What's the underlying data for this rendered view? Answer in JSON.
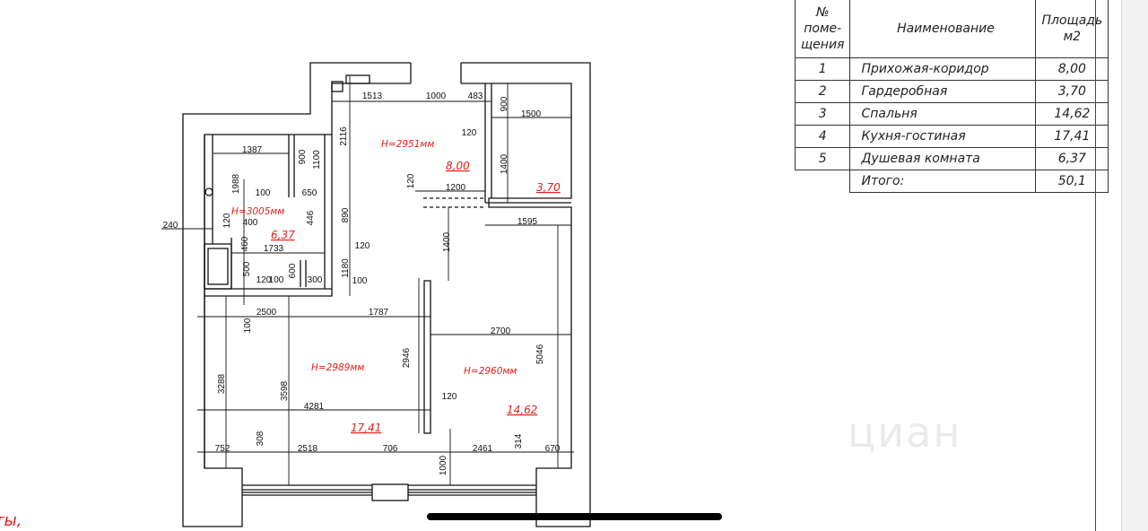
{
  "plan": {
    "heights": [
      "H=2951мм",
      "H=3005мм",
      "H=2989мм",
      "H=2960мм"
    ],
    "areas": [
      "8,00",
      "3,70",
      "6,37",
      "17,41",
      "14,62"
    ],
    "dimensions": [
      "1513",
      "1000",
      "483",
      "1500",
      "120",
      "1387",
      "100",
      "650",
      "1200",
      "240",
      "400",
      "1595",
      "1733",
      "120",
      "120",
      "100",
      "300",
      "100",
      "2500",
      "1787",
      "2700",
      "120",
      "4281",
      "752",
      "2518",
      "706",
      "2461",
      "670",
      "2116",
      "900",
      "1100",
      "1988",
      "120",
      "900",
      "1400",
      "890",
      "120",
      "446",
      "460",
      "1400",
      "500",
      "600",
      "1180",
      "100",
      "2946",
      "5046",
      "3288",
      "3598",
      "308",
      "314",
      "1000"
    ]
  },
  "table": {
    "headers": {
      "num": "№ поме- щения",
      "name": "Наименование",
      "area": "Площадь м2"
    },
    "rows": [
      {
        "num": "1",
        "name": "Прихожая-коридор",
        "area": "8,00"
      },
      {
        "num": "2",
        "name": "Гардеробная",
        "area": "3,70"
      },
      {
        "num": "3",
        "name": "Спальня",
        "area": "14,62"
      },
      {
        "num": "4",
        "name": "Кухня-гостиная",
        "area": "17,41"
      },
      {
        "num": "5",
        "name": "Душевая комната",
        "area": "6,37"
      }
    ],
    "total_label": "Итого:",
    "total_value": "50,1"
  },
  "watermark": "циан",
  "cut_text": "ты,",
  "colors": {
    "annotation": "#e0201b",
    "lines": "#111111"
  }
}
